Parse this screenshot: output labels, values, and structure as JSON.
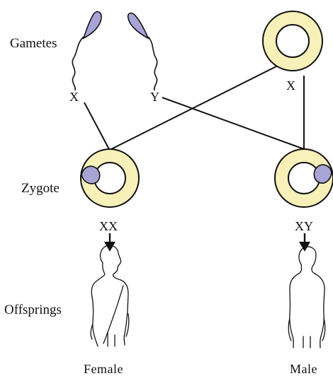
{
  "labels": {
    "gametes": "Gametes",
    "zygote": "Zygote",
    "offsprings": "Offsprings",
    "female": "Female",
    "male": "Male"
  },
  "chromosomes": {
    "sperm_x": "X",
    "sperm_y": "Y",
    "egg_x": "X",
    "zygote_female": "XX",
    "zygote_male": "XY"
  },
  "colors": {
    "cell_fill": "#f7f0b8",
    "sperm_head": "#a9a4d6",
    "line": "#111111"
  }
}
